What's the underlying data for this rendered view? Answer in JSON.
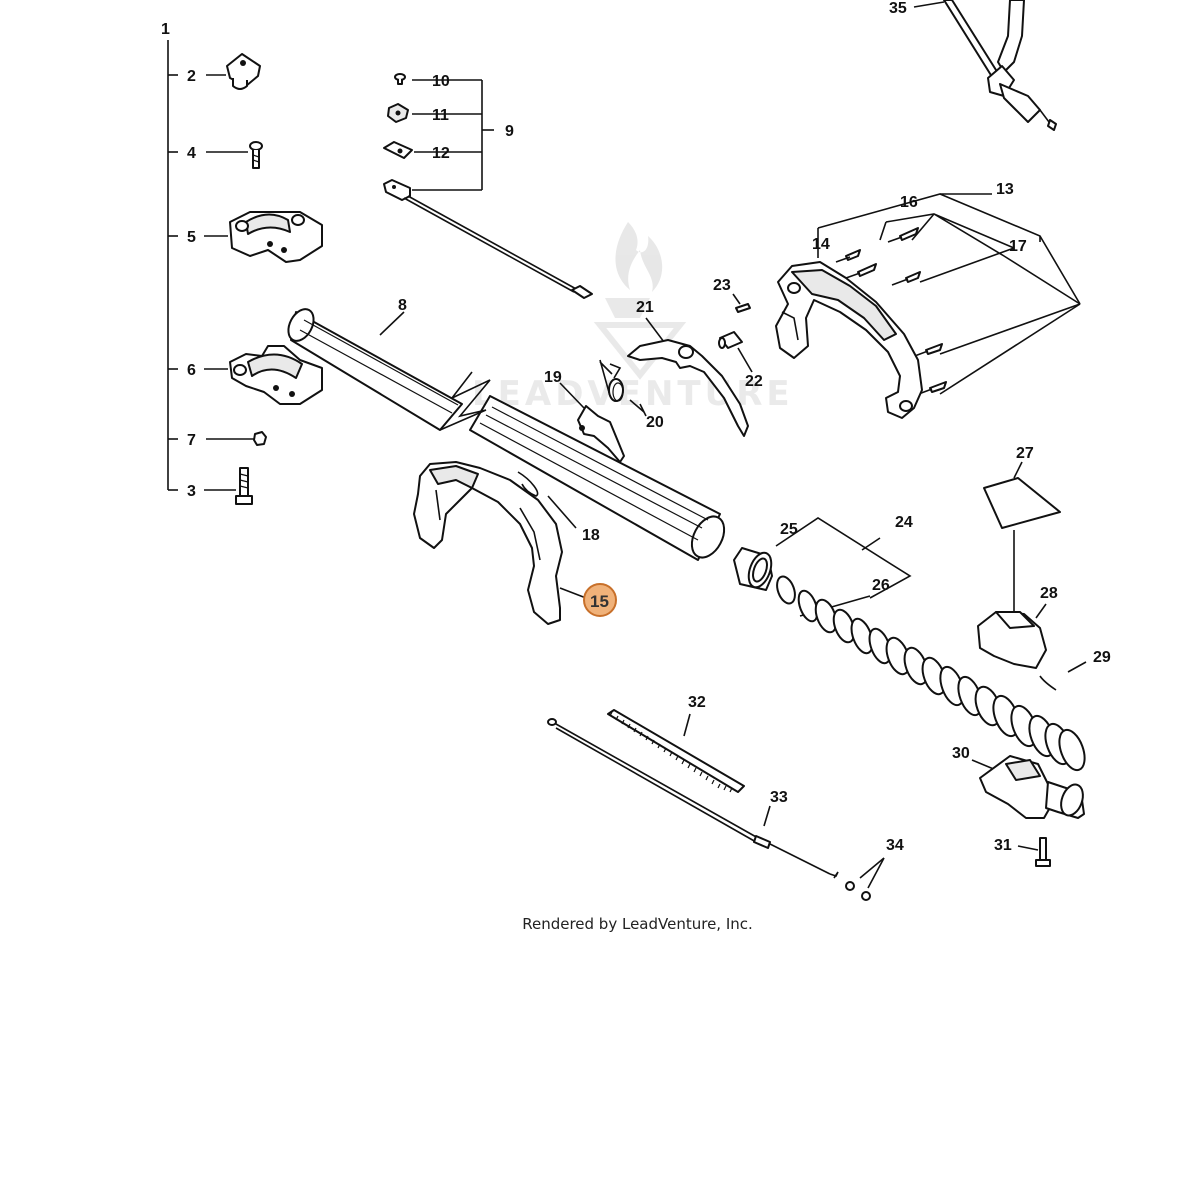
{
  "diagram": {
    "callouts": {
      "c1": "1",
      "c2": "2",
      "c3": "3",
      "c4": "4",
      "c5": "5",
      "c6": "6",
      "c7": "7",
      "c8": "8",
      "c9": "9",
      "c10": "10",
      "c11": "11",
      "c12": "12",
      "c13": "13",
      "c14": "14",
      "c15": "15",
      "c16": "16",
      "c17": "17",
      "c18": "18",
      "c19": "19",
      "c20": "20",
      "c21": "21",
      "c22": "22",
      "c23": "23",
      "c24": "24",
      "c25": "25",
      "c26": "26",
      "c27": "27",
      "c28": "28",
      "c29": "29",
      "c30": "30",
      "c31": "31",
      "c32": "32",
      "c33": "33",
      "c34": "34",
      "c35": "35"
    },
    "highlighted_part": "15",
    "highlight_color": "#f0b27a",
    "highlight_stroke": "#c8702a",
    "watermark": "LEADVENTURE",
    "footer": "Rendered by LeadVenture, Inc."
  }
}
